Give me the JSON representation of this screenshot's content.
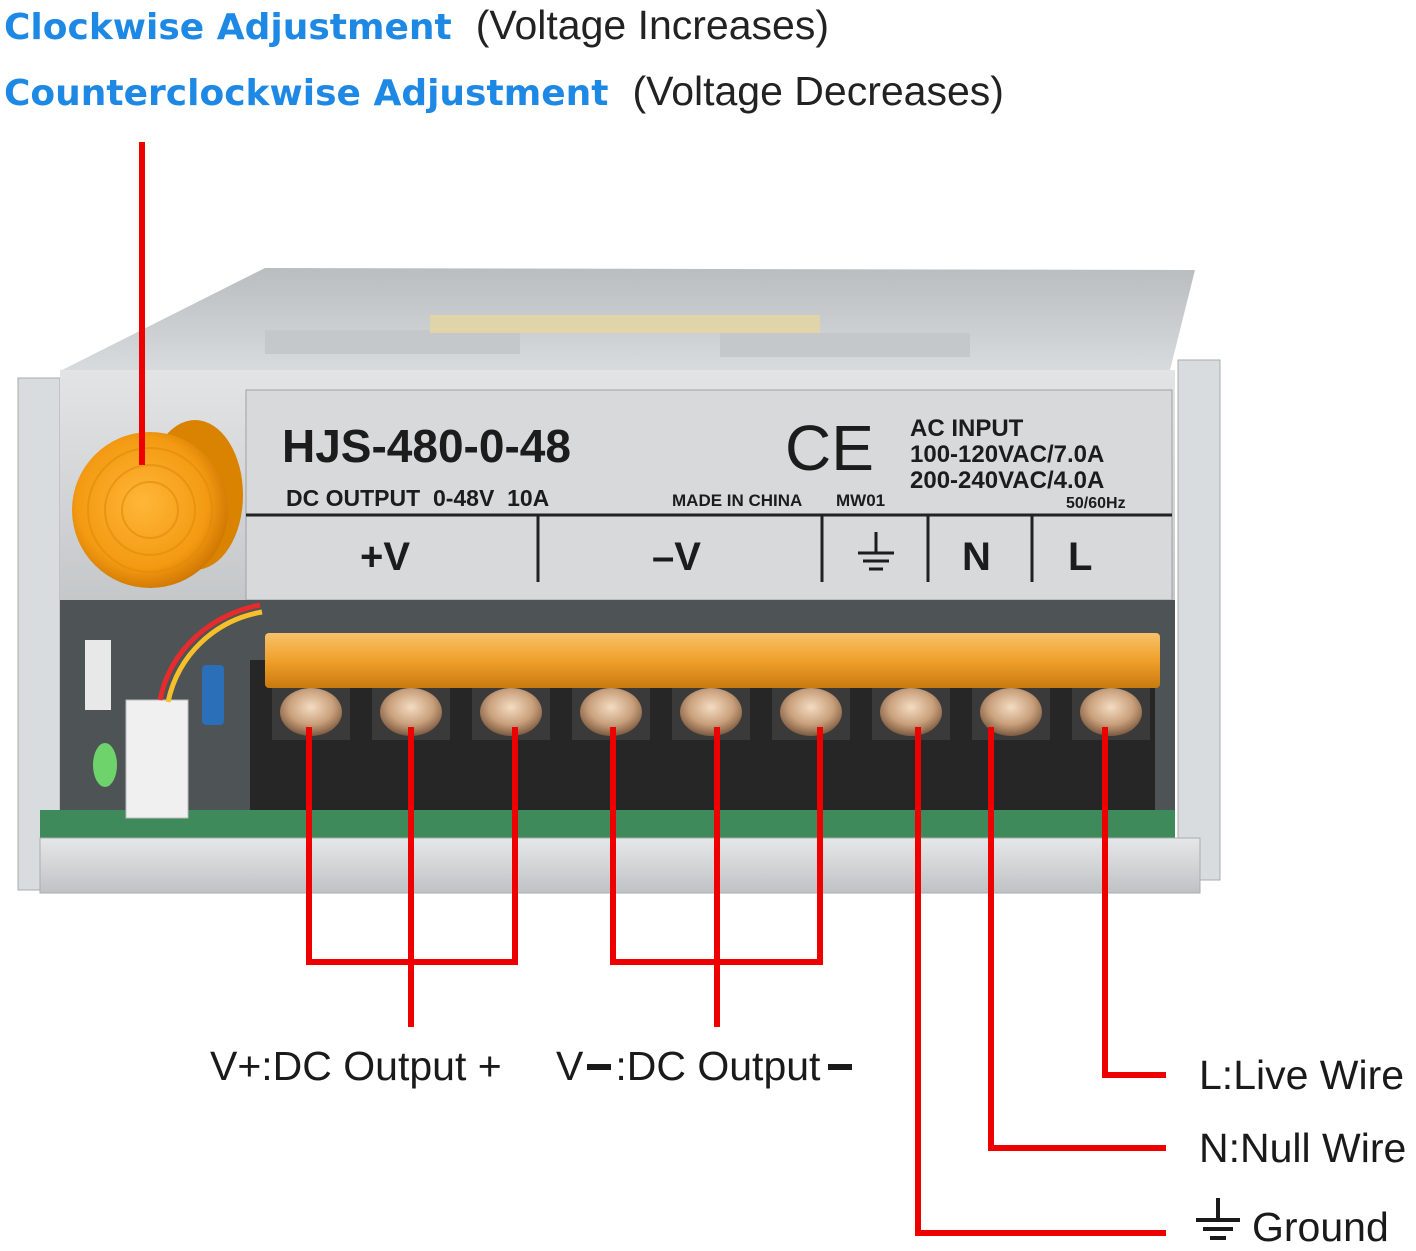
{
  "header": {
    "line1": {
      "title": "Clockwise Adjustment",
      "note": "(Voltage Increases)"
    },
    "line2": {
      "title": "Counterclockwise Adjustment",
      "note": "(Voltage Decreases)"
    }
  },
  "label_plate": {
    "model": "HJS-480-0-48",
    "ce_mark": "CE",
    "ac_input_title": "AC INPUT",
    "ac_input_line1": "100-120VAC/7.0A",
    "ac_input_line2": "200-240VAC/4.0A",
    "frequency": "50/60Hz",
    "dc_output": "DC OUTPUT  0-48V  10A",
    "made_in": "MADE IN CHINA",
    "code": "MW01",
    "terminals": {
      "vplus": "+V",
      "vminus": "–V",
      "n": "N",
      "l": "L"
    }
  },
  "wire_labels": {
    "v_plus": "V+:DC Output +",
    "v_minus_prefix": "V",
    "v_minus_suffix": ":DC Output",
    "live": "L:Live Wire",
    "null": "N:Null Wire",
    "ground": "Ground"
  },
  "colors": {
    "wire": "#ee0000",
    "header_blue": "#1e88e5",
    "cover_orange": "#f0a02a",
    "knob_orange": "#f39a12",
    "case_silver": "#cfd2d4"
  }
}
